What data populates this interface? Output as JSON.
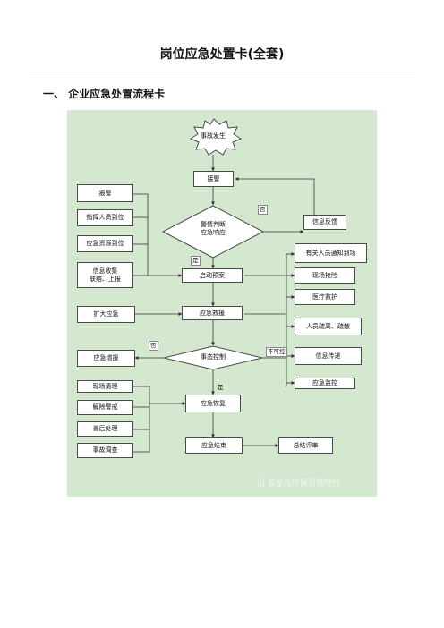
{
  "document": {
    "title": "岗位应急处置卡(全套)",
    "section_heading": "一、 企业应急处置流程卡"
  },
  "flowchart": {
    "start": "事故发生",
    "alarm": "接警",
    "judge": "警情判断\n应急响应",
    "info_feedback": "信息反馈",
    "activate_plan": "启动预案",
    "rescue": "应急救援",
    "control": "事态控制",
    "recovery": "应急恢复",
    "end": "应急结束",
    "summary": "总结评审",
    "left_top": [
      "报警",
      "指挥人员到位",
      "应急资源到位",
      "信息收集\n联络、上报"
    ],
    "expand": "扩大应急",
    "reinforce": "应急增援",
    "left_bottom": [
      "现场清理",
      "解除警戒",
      "善后处理",
      "事故调查"
    ],
    "right_actions": [
      "有关人员通知到场",
      "现场抢险",
      "医疗救护",
      "人员疏离、疏散",
      "信息传递",
      "应急监控"
    ],
    "labels": {
      "no_1": "否",
      "yes_1": "是",
      "no_2": "否",
      "uncontrollable": "不可控",
      "yes_2": "是"
    },
    "watermark": "山 安全与环保引领时代"
  }
}
